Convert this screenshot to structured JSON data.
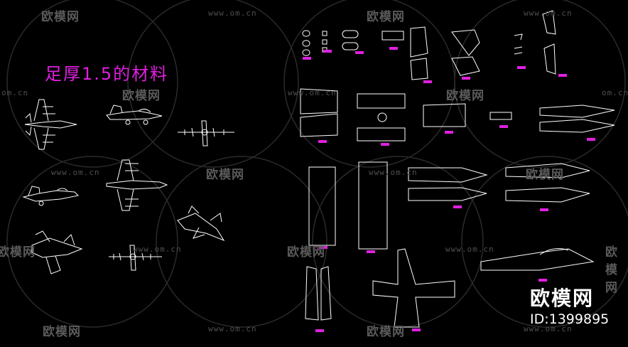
{
  "title": "足厚1.5的材料",
  "watermark": {
    "brand": "欧模网",
    "url": "www.om.cn",
    "url_short": "om.cn",
    "id_text": "ID:1399895"
  },
  "colors": {
    "background": "#000000",
    "lines": "#ffffff",
    "accent": "#e020e0",
    "watermark": "#555555"
  }
}
